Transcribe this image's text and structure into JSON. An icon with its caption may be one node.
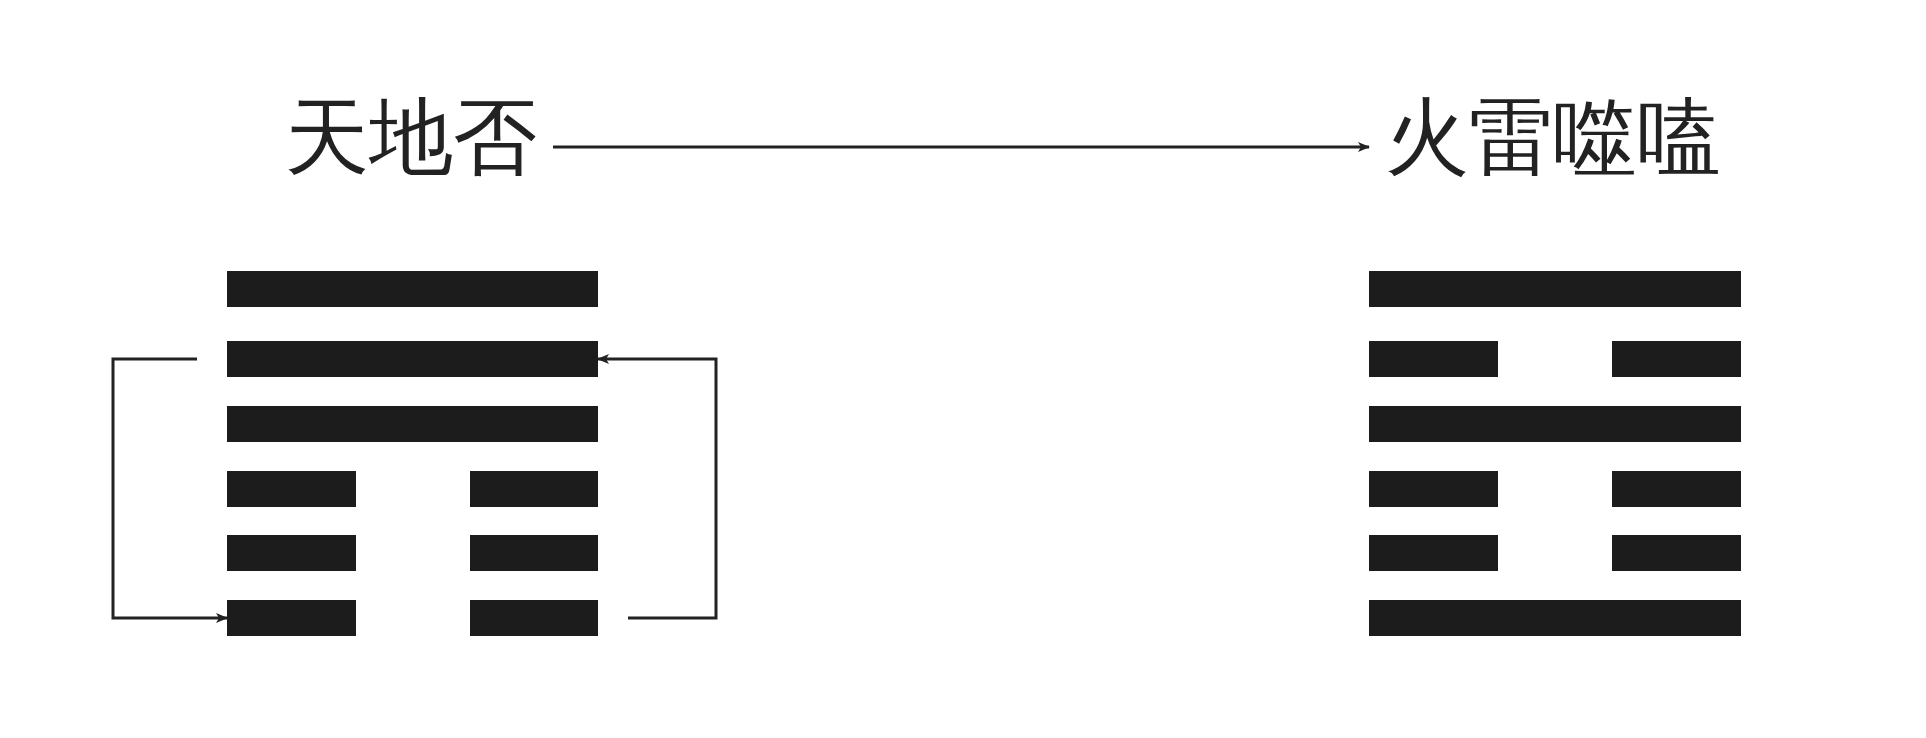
{
  "diagram": {
    "nodes": [
      {
        "text": [
          "天地否"
        ]
      },
      {
        "text": [
          "火雷噬嗑"
        ]
      },
      {
        "text": [],
        "shape": "bar"
      },
      {
        "text": [],
        "shape": "bar"
      },
      {
        "text": [],
        "shape": "bar"
      },
      {
        "text": [],
        "shape": "bar"
      },
      {
        "text": [],
        "shape": "bar"
      },
      {
        "text": [],
        "shape": "bar"
      },
      {
        "text": [],
        "shape": "bar"
      },
      {
        "text": [],
        "shape": "bar"
      },
      {
        "text": [],
        "shape": "bar"
      },
      {
        "text": [],
        "shape": "bar"
      },
      {
        "text": [],
        "shape": "bar"
      },
      {
        "text": [],
        "shape": "bar"
      },
      {
        "text": [],
        "shape": "bar"
      },
      {
        "text": [],
        "shape": "bar"
      },
      {
        "text": [],
        "shape": "bar"
      },
      {
        "text": [],
        "shape": "bar"
      },
      {
        "text": [],
        "shape": "bar"
      },
      {
        "text": [],
        "shape": "bar"
      }
    ],
    "edges": [
      {
        "from": 0,
        "to": 1,
        "arrow": "to"
      },
      {
        "from": 3,
        "to": 9,
        "arrow": "to"
      },
      {
        "from": 10,
        "to": 3,
        "arrow": "to"
      }
    ]
  }
}
